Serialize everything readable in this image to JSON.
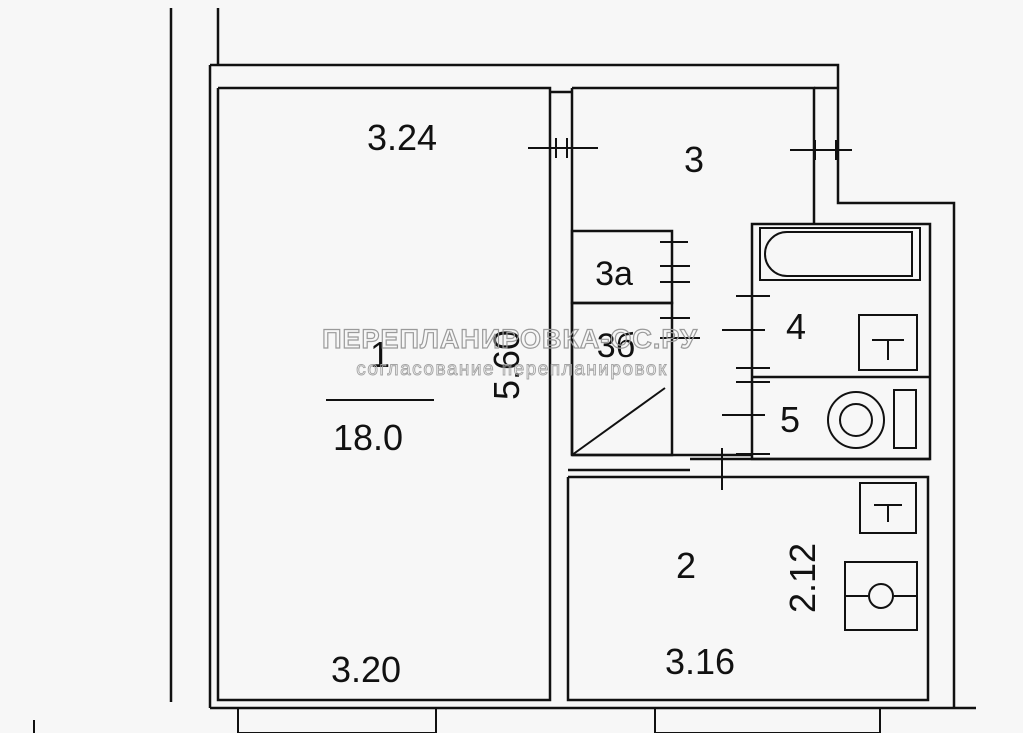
{
  "rooms": {
    "room1": {
      "number": "1",
      "area": "18.0"
    },
    "room2": {
      "number": "2"
    },
    "room3": {
      "number": "3"
    },
    "room3a": {
      "number": "3а"
    },
    "room3b": {
      "number": "3б"
    },
    "room4": {
      "number": "4"
    },
    "room5": {
      "number": "5"
    }
  },
  "dimensions": {
    "room1_top_width": "3.24",
    "room1_bottom_width": "3.20",
    "room1_length": "5.60",
    "room2_width": "3.16",
    "room2_length": "2.12"
  },
  "watermark": {
    "line1": "ПЕРЕПЛАНИРОВКА-ОС.РУ",
    "line2": "согласование перепланировок"
  },
  "colors": {
    "background": "#f7f7f7",
    "wall": "#111111",
    "watermark": "#9a9a9a"
  }
}
